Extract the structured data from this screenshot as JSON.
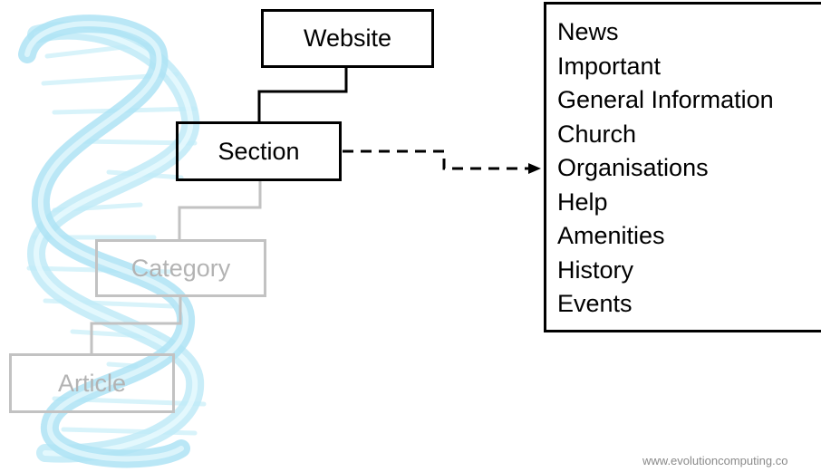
{
  "hierarchy": {
    "website": "Website",
    "section": "Section",
    "category": "Category",
    "article": "Article"
  },
  "section_list": {
    "items": [
      "News",
      "Important",
      "General Information",
      "Church",
      "Organisations",
      "Help",
      "Amenities",
      "History",
      "Events"
    ]
  },
  "footer": {
    "url": "www.evolutioncomputing.co"
  },
  "colors": {
    "active": "#000000",
    "inactive_border": "#c2c2c2",
    "inactive_text": "#b3b3b3",
    "helix": "#bfeaf7",
    "footer_text": "#8a8a8a"
  },
  "icons": {
    "background": "dna-helix-watermark"
  }
}
